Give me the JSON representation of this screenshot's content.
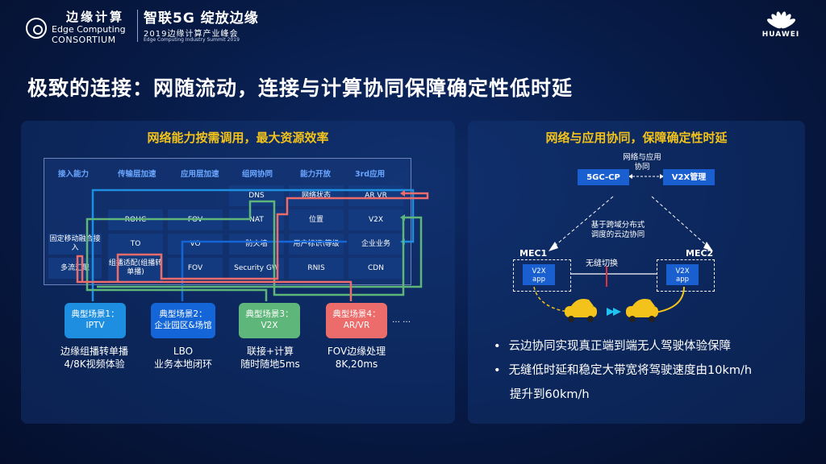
{
  "header": {
    "org_cn": "边缘计算",
    "org_en_1": "Edge Computing",
    "org_en_2": "CONSORTIUM",
    "summit_title": "智联5G  绽放边缘",
    "summit_sub": "2019边缘计算产业峰会",
    "summit_en": "Edge Computing Industry Summit 2019",
    "brand": "HUAWEI"
  },
  "title": "极致的连接：网随流动，连接与计算协同保障确定性低时延",
  "left": {
    "title": "网络能力按需调用，最大资源效率",
    "col_headers": [
      "接入能力",
      "传输层加速",
      "应用层加速",
      "组网协同",
      "能力开放",
      "3rd应用"
    ],
    "access": [
      "固定移动融合接入",
      "多流汇聚"
    ],
    "transport": [
      "ROHC",
      "TO",
      "组播适配(组播转单播)"
    ],
    "app_accel": [
      "FOV",
      "VO",
      "FOV"
    ],
    "networking": [
      "DNS",
      "NAT",
      "防火墙",
      "Security GW"
    ],
    "capability": [
      "网络状态",
      "位置",
      "用户标识\\等级",
      "RNIS"
    ],
    "apps": [
      "AR VR",
      "V2X",
      "企业业务",
      "CDN"
    ],
    "scenes": [
      {
        "label": "典型场景1：\nIPTV",
        "desc": "边缘组播转单播\n4/8K视频体验",
        "color": "#1e8fe0"
      },
      {
        "label": "典型场景2：\n企业园区&场馆",
        "desc": "LBO\n业务本地闭环",
        "color": "#1466d8"
      },
      {
        "label": "典型场景3：\nV2X",
        "desc": "联接+计算\n随时随地5ms",
        "color": "#5fb67a"
      },
      {
        "label": "典型场景4：\nAR/VR",
        "desc": "FOV边缘处理\n8K,20ms",
        "color": "#ec6b6b"
      }
    ],
    "more": "… …"
  },
  "right": {
    "title": "网络与应用协同，保障确定性时延",
    "cp_label": "5GC-CP",
    "v2x_mgmt": "V2X管理",
    "coop_label": "网络与应用\n协同",
    "distributed_label": "基于跨域分布式\n调度的云边协同",
    "mec1": "MEC1",
    "mec2": "MEC2",
    "handover": "无缝切换",
    "v2x_app": "V2X\napp",
    "bullets": [
      "云边协同实现真正端到端无人驾驶体验保障",
      "无缝低时延和稳定大带宽将驾驶速度由10km/h",
      "提升到60km/h"
    ]
  },
  "colors": {
    "accent_yellow": "#f3c31b",
    "blue_line": "#1e8fe0",
    "green_line": "#5fb67a",
    "red_line": "#ec6b6b"
  }
}
